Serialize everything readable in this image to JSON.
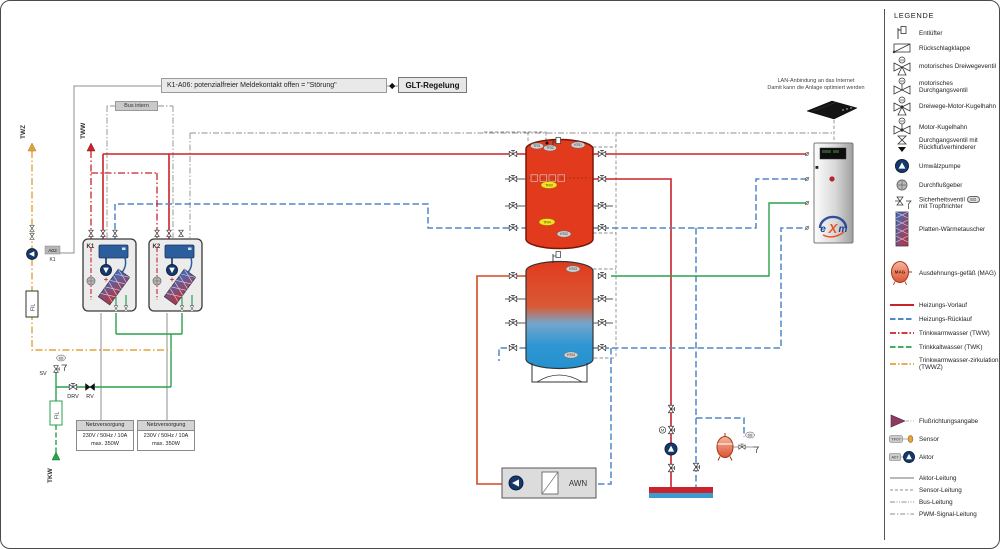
{
  "diagram": {
    "alarm_note": "K1-A06: potenzialfreier Meldekontakt offen = \"Störung\"",
    "glt": "GLT-Regelung",
    "bus_intern": "Bus intern",
    "lan_note": [
      "LAN-Anbindung an das Internet",
      "Damit kann die Anlage optimiert werden"
    ],
    "units": {
      "k1": "K1",
      "k2": "K2"
    },
    "pipe_labels": {
      "twz": "TWZ",
      "tww": "TWW",
      "tkw": "TKW"
    },
    "valve_labels": {
      "sv": "SV",
      "drv": "DRV",
      "rv": "RV"
    },
    "filter_label": "FIL",
    "actuator_tag": {
      "id": "A02",
      "target": "K1"
    },
    "awn": "AWN",
    "sg": "SG",
    "exm_logo": {
      "e": "e",
      "x": "X",
      "m": "m"
    },
    "power_supply_1": {
      "title": "Netzversorgung",
      "spec": "230V / 50Hz / 10A",
      "max": "max. 350W"
    },
    "power_supply_2": {
      "title": "Netzversorgung",
      "spec": "230V / 50Hz / 10A",
      "max": "max. 350W"
    },
    "tank1_sensors": {
      "s1": "TF01",
      "s2": "TF02",
      "s3": "HT01",
      "s4": "TF03",
      "s5": "TF04",
      "s6": "HT02"
    },
    "tank2_sensors": {
      "s1": "HT03",
      "s2": "HT04"
    },
    "colors": {
      "heizung_vorlauf": "#c9232b",
      "heizung_ruecklauf": "#4f87c5",
      "trinkwarmwasser": "#c9232b",
      "trinkkaltwasser": "#2aa14c",
      "twwz": "#e2a23b",
      "signal": "#8f8f8f",
      "flow_arrow": "#8b3a62"
    }
  },
  "legend": {
    "title": "LEGENDE",
    "badges": {
      "sg": "SG",
      "mag": "MAG",
      "tf07": "TF07",
      "a07": "A07"
    },
    "items": [
      {
        "label": "Entlüfter"
      },
      {
        "label": "Rückschlagklappe"
      },
      {
        "label": "motorisches Dreiwegeventil"
      },
      {
        "label": "motorisches Durchgangsventil"
      },
      {
        "label": "Dreiwege-Motor-Kugelhahn"
      },
      {
        "label": "Motor-Kugelhahn"
      },
      {
        "label": "Durchgangsventil mit Rückflußverhinderer"
      },
      {
        "label": "Umwälzpumpe"
      },
      {
        "label": "Durchflußgeber"
      },
      {
        "label": "Sicherheitsventil",
        "label2": "mit Tropftrichter"
      },
      {
        "label": "Platten-Wärmetauscher"
      },
      {
        "label": "Ausdehnungs-gefäß (MAG)"
      },
      {
        "label": "Heizungs-Vorlauf"
      },
      {
        "label": "Heizungs-Rücklauf"
      },
      {
        "label": "Trinkwarmwasser (TWW)"
      },
      {
        "label": "Trinkkaltwasser (TWK)"
      },
      {
        "label": "Trinkwarmwasser-zirkulation (TWWZ)"
      },
      {
        "label": "Flußrichtungsangabe"
      },
      {
        "label": "Sensor"
      },
      {
        "label": "Aktor"
      },
      {
        "label": "Aktor-Leitung"
      },
      {
        "label": "Sensor-Leitung"
      },
      {
        "label": "Bus-Leitung"
      },
      {
        "label": "PWM-Signal-Leitung"
      }
    ]
  }
}
